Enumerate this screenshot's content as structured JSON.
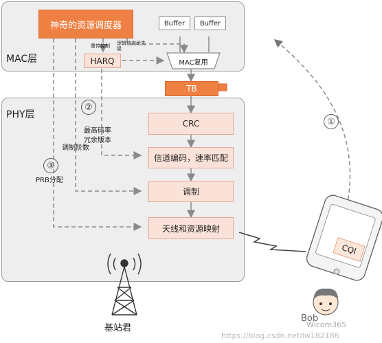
{
  "mac": {
    "label": "MAC层",
    "scheduler": "神奇的资源调度器",
    "harq": "HARQ",
    "buffer1": "Buffer",
    "buffer2": "Buffer",
    "mux": "MAC复用",
    "note_retx": "重传控制",
    "note_priority": "逻辑信道优先级"
  },
  "tb": "TB",
  "phy": {
    "label": "PHY层",
    "crc": "CRC",
    "coding": "信道编码，速率匹配",
    "modulation": "调制",
    "mapping": "天线和资源映射"
  },
  "annotations": {
    "c1": "①",
    "c2": "②",
    "c3": "③",
    "max_rate": "最高码率",
    "redundancy": "冗余版本",
    "mod_order": "调制阶数",
    "prb": "PRB分配"
  },
  "station": "基站君",
  "ue": {
    "cqi": "CQI",
    "name": "Bob"
  },
  "watermark": {
    "logo": "Wicom365",
    "url": "https://blog.csdn.net/lw182186"
  }
}
